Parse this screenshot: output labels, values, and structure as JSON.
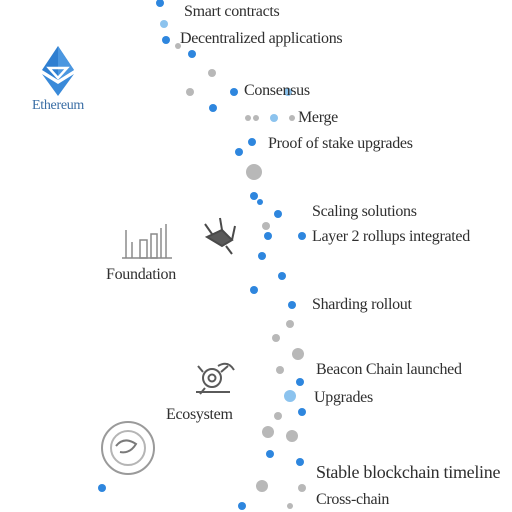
{
  "brand": {
    "label": "Ethereum"
  },
  "labels": {
    "l1": "Smart contracts",
    "l2": "Decentralized applications",
    "l3": "Consensus",
    "l4": "Merge",
    "l5": "Proof of stake upgrades",
    "l6": "Scaling solutions",
    "l7": "Layer 2 rollups integrated",
    "l8": "Foundation",
    "l9": "Sharding rollout",
    "l10": "Beacon Chain launched",
    "l11": "Upgrades",
    "l12": "Ecosystem",
    "l13": "Stable blockchain timeline",
    "l14": "Cross-chain"
  },
  "colors": {
    "blue": "#2e86de",
    "lightblue": "#8cc3ee",
    "grey": "#b8b8b8",
    "darkgrey": "#8a8a8a"
  }
}
